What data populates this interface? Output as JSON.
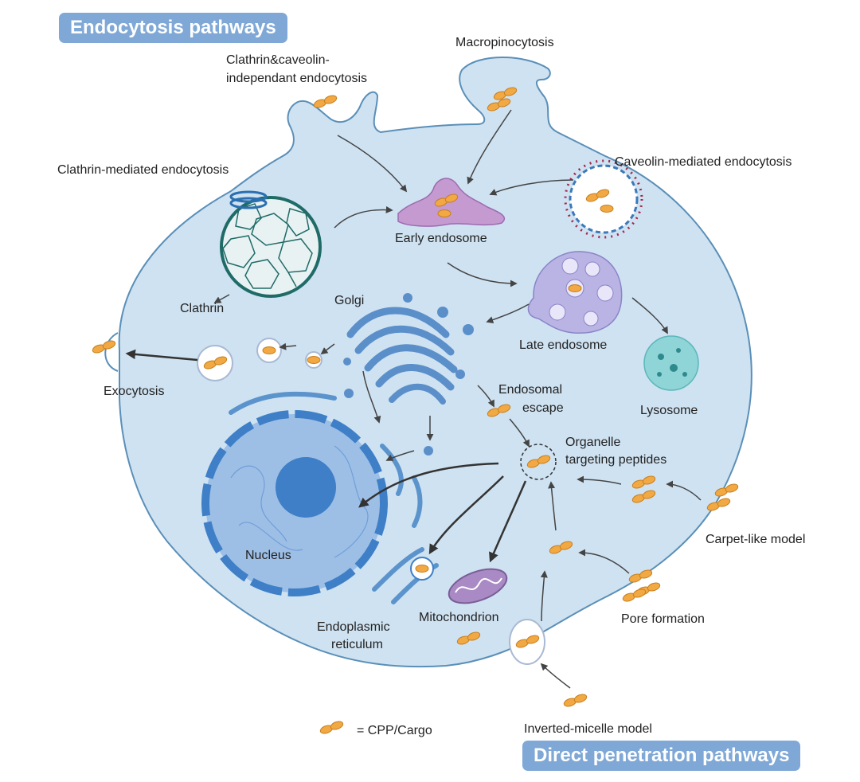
{
  "headers": {
    "endocytosis": "Endocytosis pathways",
    "direct_penetration": "Direct penetration pathways"
  },
  "labels": {
    "clathrin_caveolin_independent_1": "Clathrin&caveolin-",
    "clathrin_caveolin_independent_2": "independant endocytosis",
    "macropinocytosis": "Macropinocytosis",
    "clathrin_mediated": "Clathrin-mediated  endocytosis",
    "caveolin_mediated": "Caveolin-mediated endocytosis",
    "early_endosome": "Early endosome",
    "clathrin": "Clathrin",
    "golgi": "Golgi",
    "late_endosome": "Late endosome",
    "exocytosis": "Exocytosis",
    "lysosome": "Lysosome",
    "endosomal_escape_1": "Endosomal",
    "endosomal_escape_2": "escape",
    "organelle_targeting_1": "Organelle",
    "organelle_targeting_2": "targeting peptides",
    "carpet_like": "Carpet-like model",
    "nucleus": "Nucleus",
    "pore_formation": "Pore formation",
    "endoplasmic_1": "Endoplasmic",
    "endoplasmic_2": "reticulum",
    "mitochondrion": "Mitochondrion",
    "legend": "= CPP/Cargo",
    "inverted_micelle": "Inverted-micelle model"
  },
  "colors": {
    "cell_fill": "#cfe2f1",
    "cell_stroke": "#5a8fb8",
    "header_bg": "#7fa8d6",
    "cargo": "#f2a944",
    "clathrin_cage": "#1f6b68",
    "early_endosome": "#c59ad0",
    "late_endosome": "#b9b4e3",
    "lysosome": "#8fd4d6",
    "golgi": "#5b8fca",
    "nucleus": "#6f9fd8",
    "er": "#5b93cc",
    "mitochondrion": "#a98ac4"
  }
}
